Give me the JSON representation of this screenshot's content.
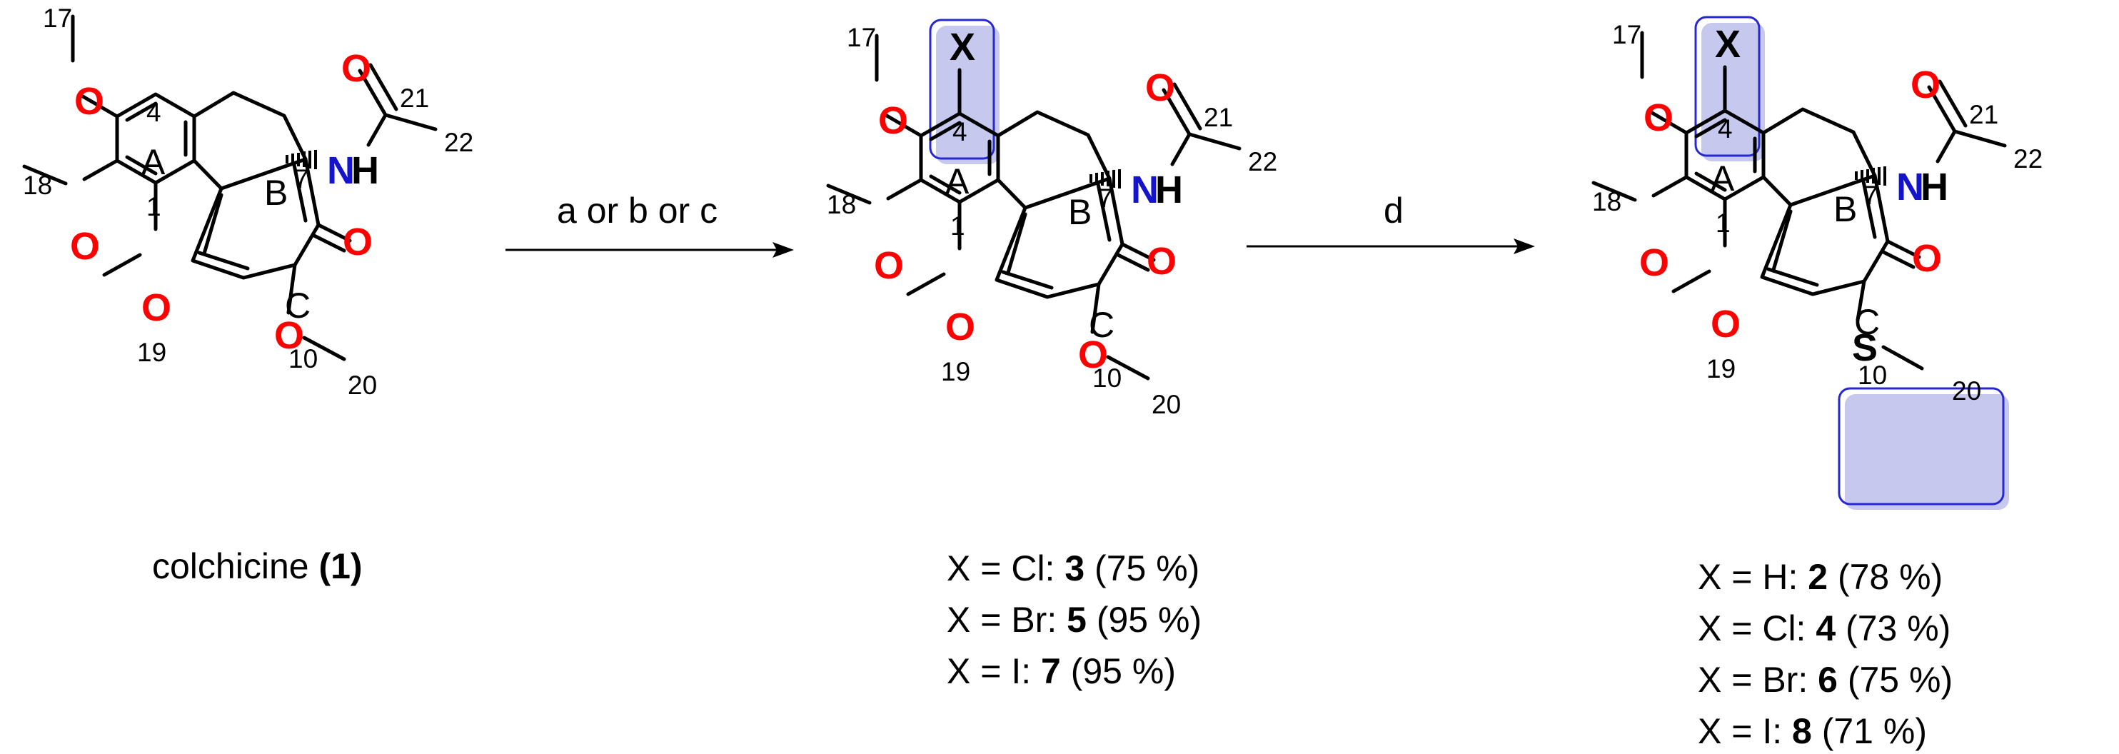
{
  "reagent_a": "a or b or c",
  "reagent_d": "d",
  "atoms": {
    "O": "O",
    "N": "N",
    "H": "H",
    "S": "S",
    "X": "X"
  },
  "rings": {
    "A": "A",
    "B": "B",
    "C": "C"
  },
  "numbers": {
    "n1": "1",
    "n4": "4",
    "n7": "7",
    "n10": "10",
    "n17": "17",
    "n18": "18",
    "n19": "19",
    "n20": "20",
    "n21": "21",
    "n22": "22"
  },
  "compound1": {
    "name": "colchicine ",
    "id": "(1)"
  },
  "products_mid": [
    {
      "prefix": "X = Cl: ",
      "id": "3",
      "yield": " (75 %)"
    },
    {
      "prefix": "X = Br: ",
      "id": "5",
      "yield": " (95 %)"
    },
    {
      "prefix": "X = I: ",
      "id": "7",
      "yield": " (95 %)"
    }
  ],
  "products_right": [
    {
      "prefix": "X = H: ",
      "id": "2",
      "yield": " (78 %)"
    },
    {
      "prefix": "X = Cl: ",
      "id": "4",
      "yield": " (73 %)"
    },
    {
      "prefix": "X = Br: ",
      "id": "6",
      "yield": " (75 %)"
    },
    {
      "prefix": "X = I: ",
      "id": "8",
      "yield": " (71 %)"
    }
  ]
}
